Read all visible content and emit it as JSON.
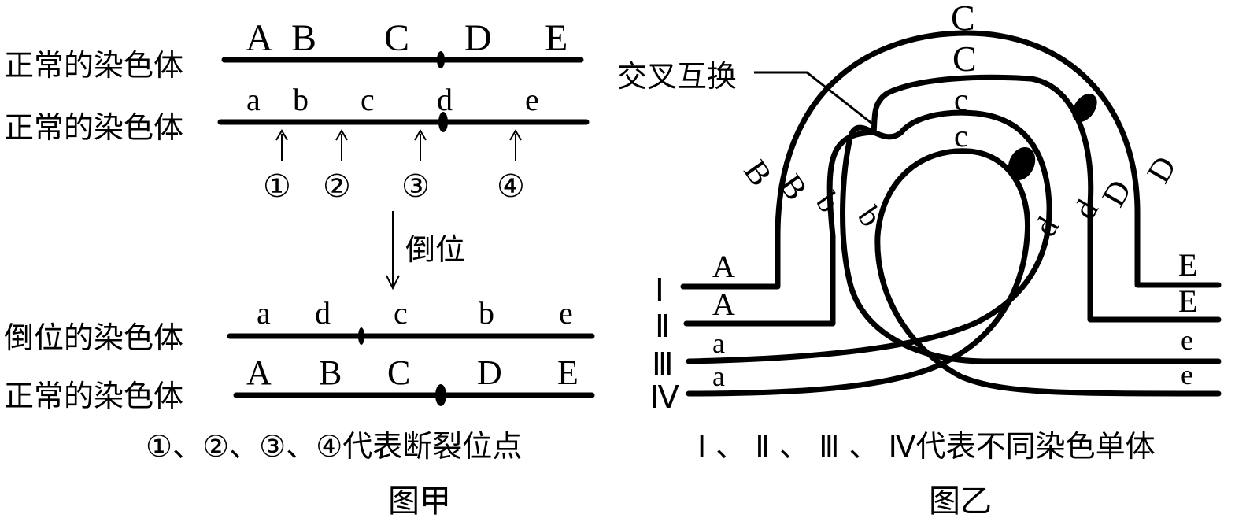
{
  "figure_a": {
    "row1": {
      "label": "正常的染色体",
      "genes": [
        "A",
        "B",
        "C",
        "D",
        "E"
      ]
    },
    "row2": {
      "label": "正常的染色体",
      "genes": [
        "a",
        "b",
        "c",
        "d",
        "e"
      ]
    },
    "breakpoints": [
      "①",
      "②",
      "③",
      "④"
    ],
    "arrow_label": "倒位",
    "row3": {
      "label": "倒位的染色体",
      "genes": [
        "a",
        "d",
        "c",
        "b",
        "e"
      ]
    },
    "row4": {
      "label": "正常的染色体",
      "genes": [
        "A",
        "B",
        "C",
        "D",
        "E"
      ]
    },
    "caption": "①、②、③、④代表断裂位点",
    "title": "图甲"
  },
  "figure_b": {
    "crossover_label": "交叉互换",
    "chromatids": [
      "Ⅰ",
      "Ⅱ",
      "Ⅲ",
      "Ⅳ"
    ],
    "left_genes": [
      "A",
      "A",
      "a",
      "a"
    ],
    "right_genes": [
      "E",
      "E",
      "e",
      "e"
    ],
    "loop_genes": {
      "c_labels": [
        "C",
        "C",
        "c",
        "c"
      ],
      "b_labels": [
        "B",
        "B",
        "b",
        "b"
      ],
      "d_labels": [
        "D",
        "D",
        "d",
        "d"
      ]
    },
    "caption": "Ⅰ 、 Ⅱ 、 Ⅲ 、 Ⅳ代表不同染色单体",
    "title": "图乙"
  }
}
